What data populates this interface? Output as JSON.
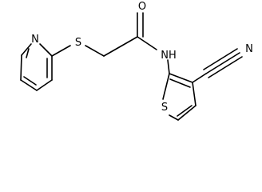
{
  "molecule": {
    "atom_labels": {
      "pyridine_nitrogen": "N",
      "thioether_sulfur": "S",
      "carbonyl_oxygen": "O",
      "amide_nitrogen": "NH",
      "thiophene_sulfur": "S",
      "nitrile_nitrogen": "N"
    },
    "colors": {
      "bond": "#000000",
      "label": "#000000",
      "background": "#ffffff"
    }
  }
}
